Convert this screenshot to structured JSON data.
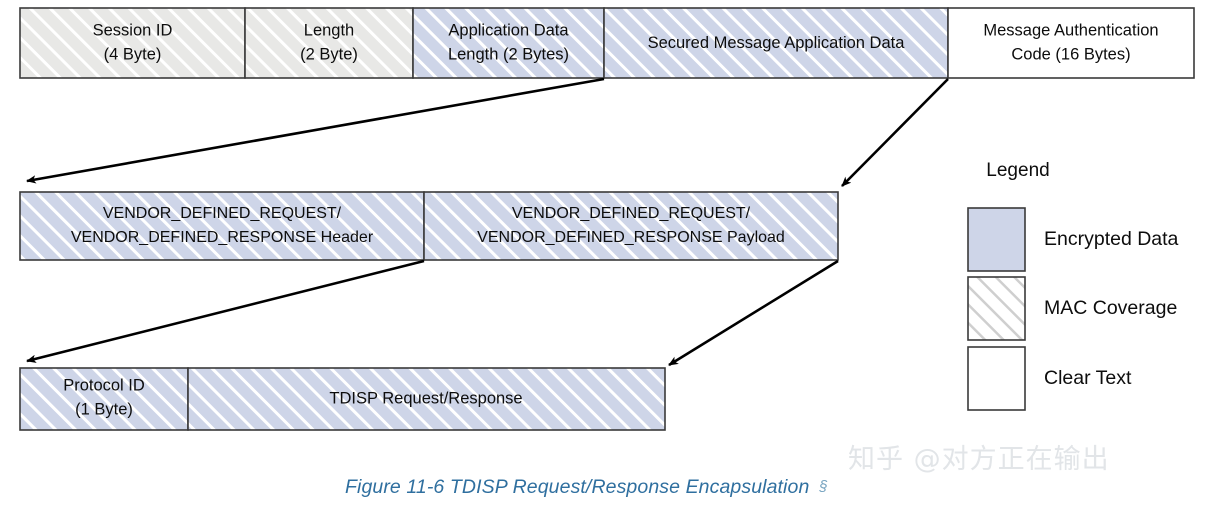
{
  "figure": {
    "caption": "Figure 11-6 TDISP Request/Response Encapsulation",
    "caption_marker": "§",
    "caption_color": "#2f6f9f",
    "watermark": "知乎 @对方正在输出"
  },
  "colors": {
    "encrypted_fill": "#ced5e8",
    "clear_fill": "#ffffff",
    "hatch_stroke": "#ffffff",
    "mac_hatch_stroke": "#c9c9c9",
    "border": "#3a3a3a",
    "arrow": "#000000"
  },
  "rows": {
    "top": {
      "cells": [
        {
          "label_line1": "Session ID",
          "label_line2": "(4 Byte)",
          "style": "mac-coverage"
        },
        {
          "label_line1": "Length",
          "label_line2": "(2 Byte)",
          "style": "mac-coverage"
        },
        {
          "label_line1": "Application Data",
          "label_line2": "Length (2 Bytes)",
          "style": "encrypted-mac"
        },
        {
          "label_line1": "Secured Message Application Data",
          "label_line2": "",
          "style": "encrypted-mac"
        },
        {
          "label_line1": "Message Authentication",
          "label_line2": "Code (16 Bytes)",
          "style": "clear-text"
        }
      ]
    },
    "middle": {
      "cells": [
        {
          "label_line1": "VENDOR_DEFINED_REQUEST/",
          "label_line2": "VENDOR_DEFINED_RESPONSE Header",
          "style": "encrypted-mac"
        },
        {
          "label_line1": "VENDOR_DEFINED_REQUEST/",
          "label_line2": "VENDOR_DEFINED_RESPONSE Payload",
          "style": "encrypted-mac"
        }
      ]
    },
    "bottom": {
      "cells": [
        {
          "label_line1": "Protocol ID",
          "label_line2": "(1 Byte)",
          "style": "encrypted-mac"
        },
        {
          "label_line1": "TDISP Request/Response",
          "label_line2": "",
          "style": "encrypted-mac"
        }
      ]
    }
  },
  "legend": {
    "title": "Legend",
    "items": [
      {
        "label": "Encrypted Data",
        "swatch": "encrypted"
      },
      {
        "label": "MAC Coverage",
        "swatch": "mac-coverage"
      },
      {
        "label": "Clear Text",
        "swatch": "clear-text"
      }
    ]
  }
}
